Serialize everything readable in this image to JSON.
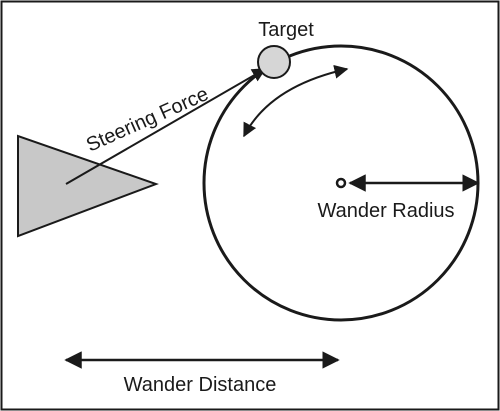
{
  "labels": {
    "target": "Target",
    "steering_force": "Steering Force",
    "wander_radius": "Wander Radius",
    "wander_distance": "Wander Distance"
  },
  "colors": {
    "stroke": "#1a1a1a",
    "agent_fill": "#c8c8c8",
    "target_fill": "#d6d6d6",
    "background": "#ffffff"
  }
}
